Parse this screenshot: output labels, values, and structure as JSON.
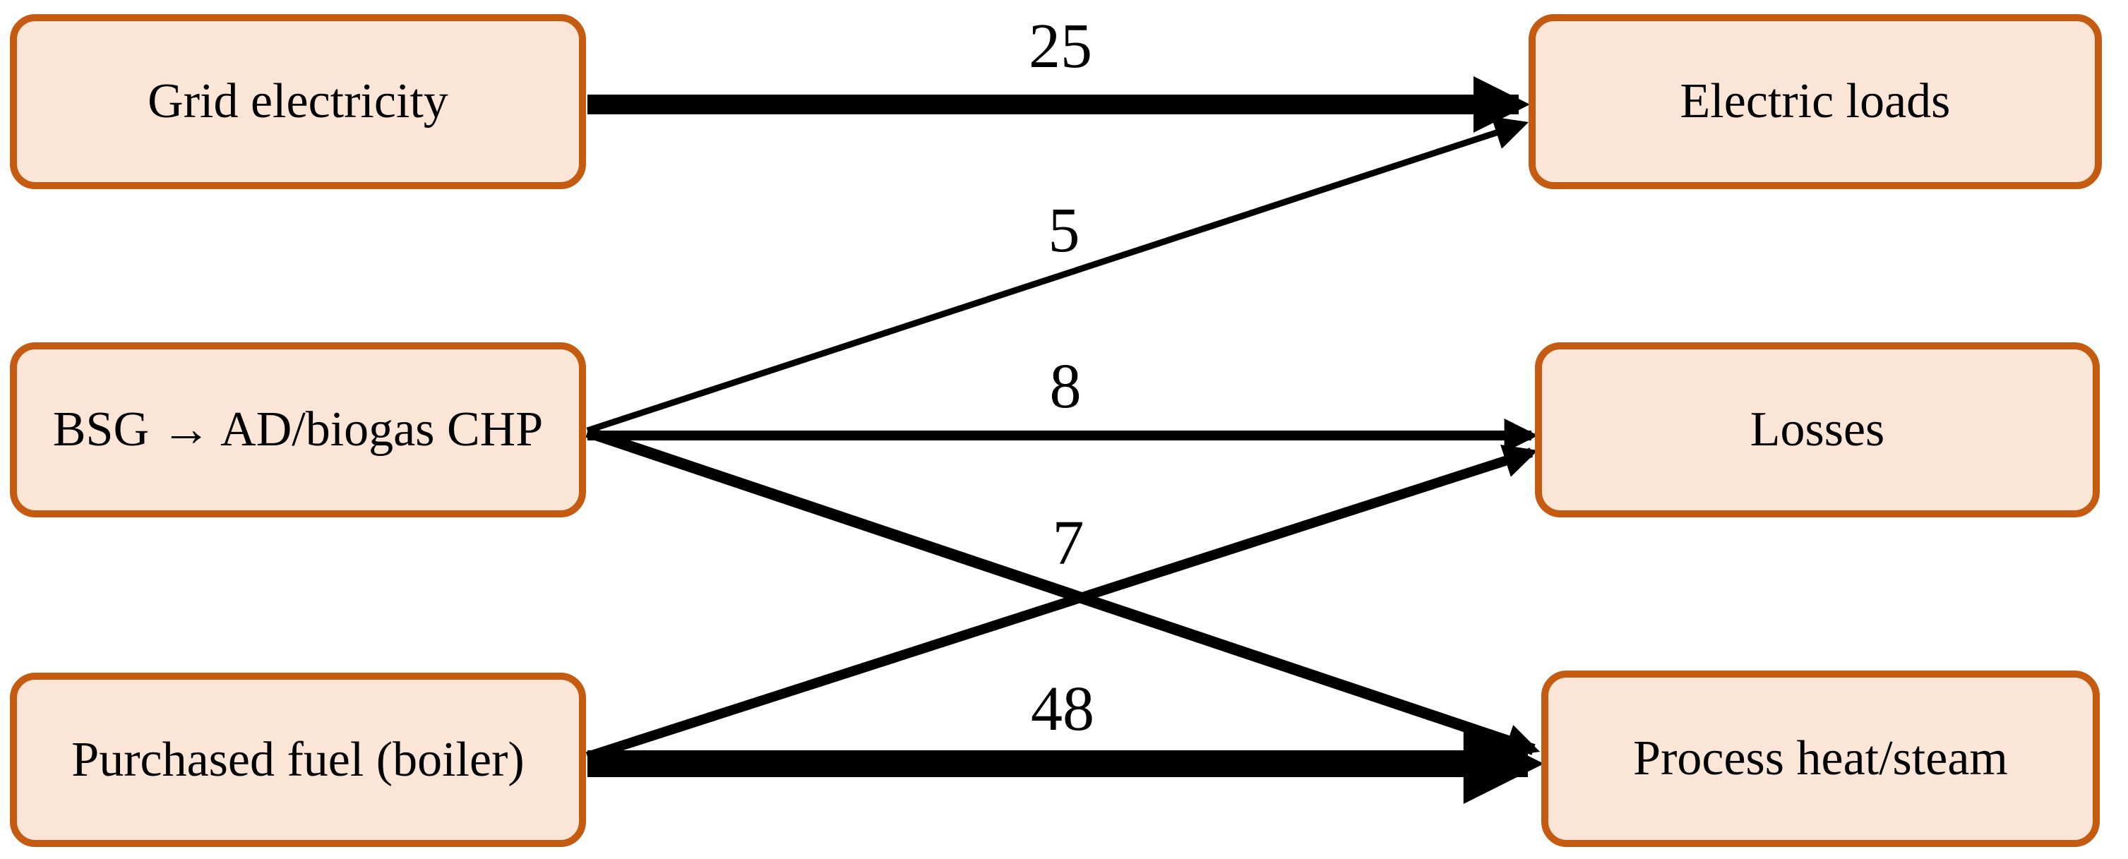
{
  "figure": {
    "type": "energy-flow-diagram",
    "colors": {
      "node_fill": "#fbe5d6",
      "node_border": "#c55a11",
      "arrow": "#000000",
      "text": "#000000",
      "background": "#ffffff"
    },
    "source_nodes": [
      {
        "id": "grid-electricity",
        "label": "Grid electricity"
      },
      {
        "id": "bsg-ad-biogas-chp",
        "label": "BSG → AD/biogas CHP"
      },
      {
        "id": "purchased-fuel-boiler",
        "label": "Purchased fuel (boiler)"
      }
    ],
    "target_nodes": [
      {
        "id": "electric-loads",
        "label": "Electric loads"
      },
      {
        "id": "losses",
        "label": "Losses"
      },
      {
        "id": "process-heat-steam",
        "label": "Process heat/steam"
      }
    ],
    "flows": [
      {
        "from": "grid-electricity",
        "to": "electric-loads",
        "label": "25"
      },
      {
        "from": "bsg-ad-biogas-chp",
        "to": "electric-loads",
        "label": "5"
      },
      {
        "from": "bsg-ad-biogas-chp",
        "to": "losses",
        "label": "8"
      },
      {
        "from": "bsg-ad-biogas-chp",
        "to": "process-heat-steam",
        "label": "7"
      },
      {
        "from": "purchased-fuel-boiler",
        "to": "losses",
        "label": null
      },
      {
        "from": "purchased-fuel-boiler",
        "to": "process-heat-steam",
        "label": "48"
      }
    ]
  }
}
